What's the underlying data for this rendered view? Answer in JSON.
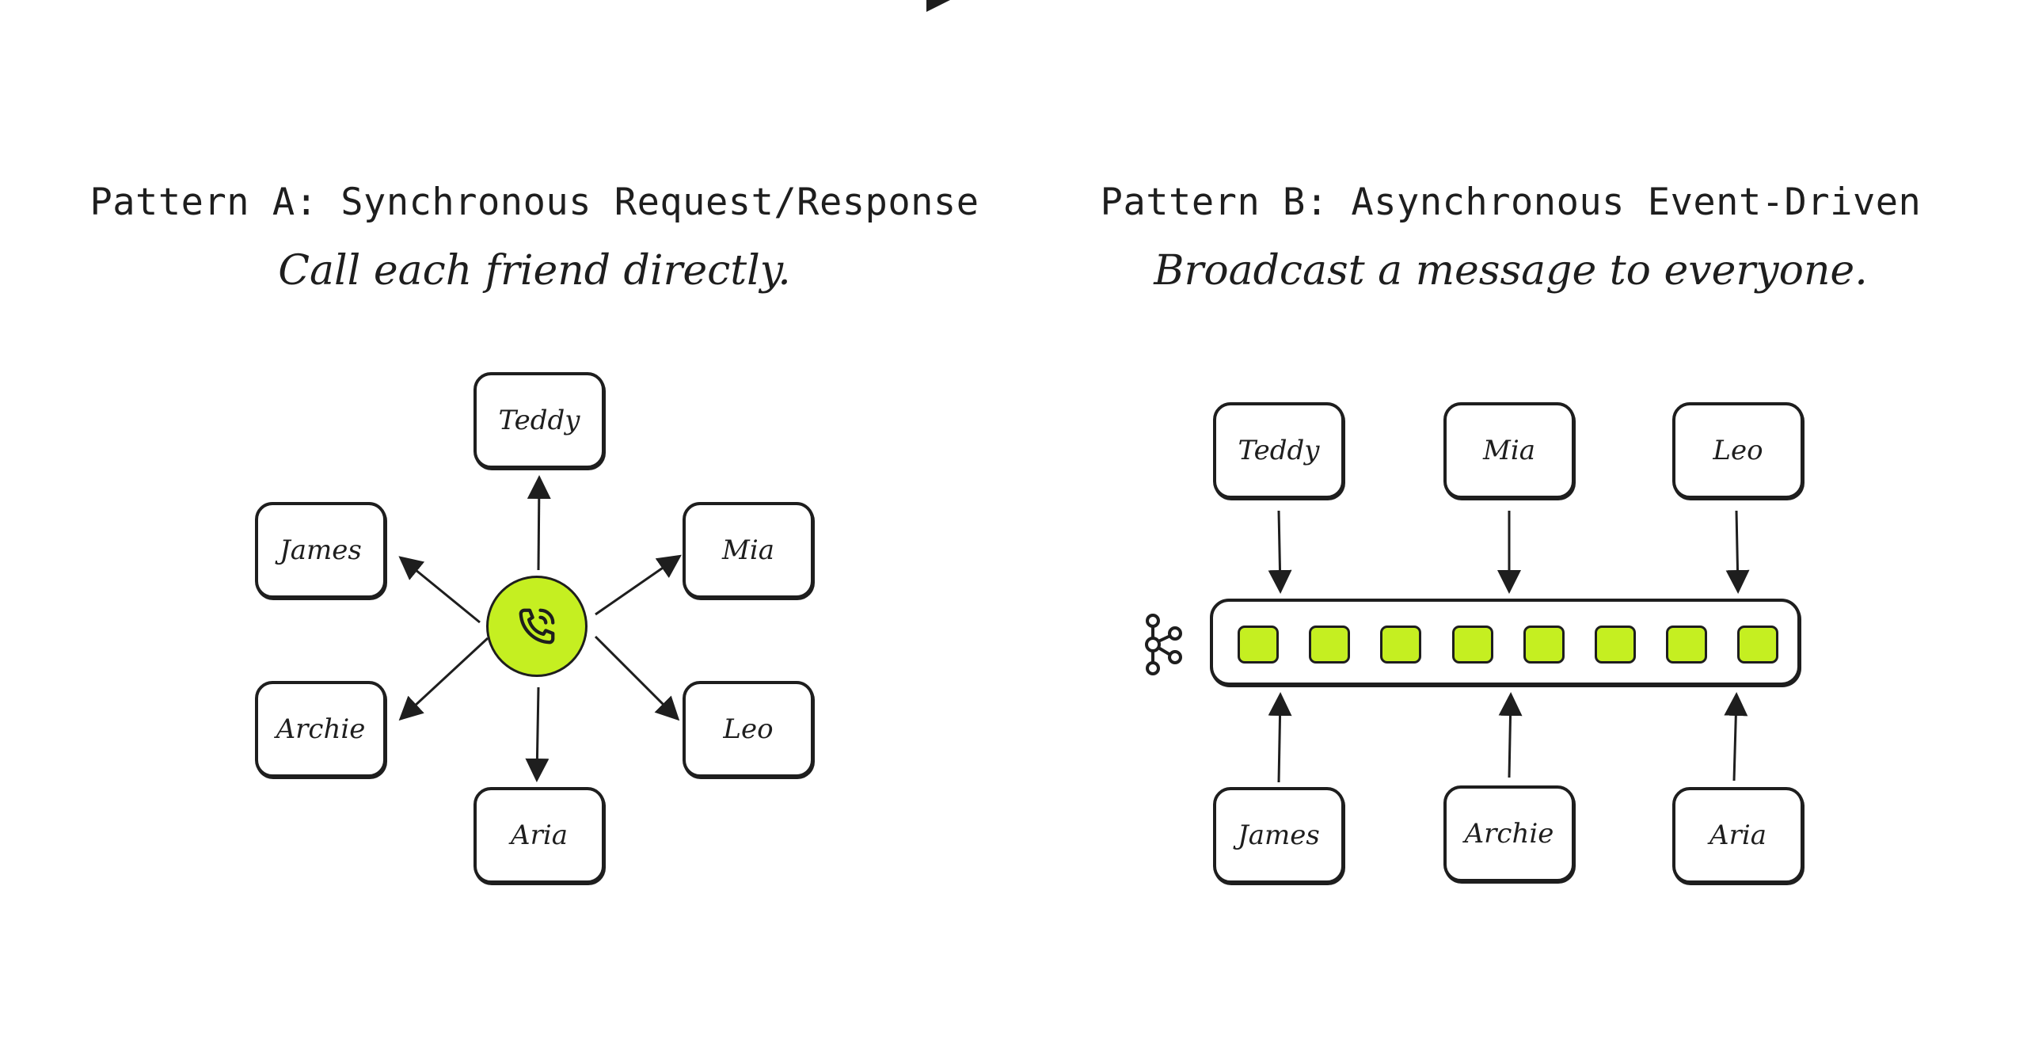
{
  "pattern_a": {
    "heading": "Pattern A: Synchronous Request/Response",
    "subheading": "Call each friend directly.",
    "hub_icon": "phone-call-icon",
    "hub_color": "#c5ef21",
    "friends": {
      "top": "Teddy",
      "upper_left": "James",
      "upper_right": "Mia",
      "lower_left": "Archie",
      "lower_right": "Leo",
      "bottom": "Aria"
    }
  },
  "pattern_b": {
    "heading": "Pattern B: Asynchronous Event-Driven",
    "subheading": "Broadcast a message to everyone.",
    "broker_icon": "kafka-icon",
    "message_color": "#c5ef21",
    "message_count": 8,
    "producers": [
      "Teddy",
      "Mia",
      "Leo"
    ],
    "consumers": [
      "James",
      "Archie",
      "Aria"
    ]
  }
}
